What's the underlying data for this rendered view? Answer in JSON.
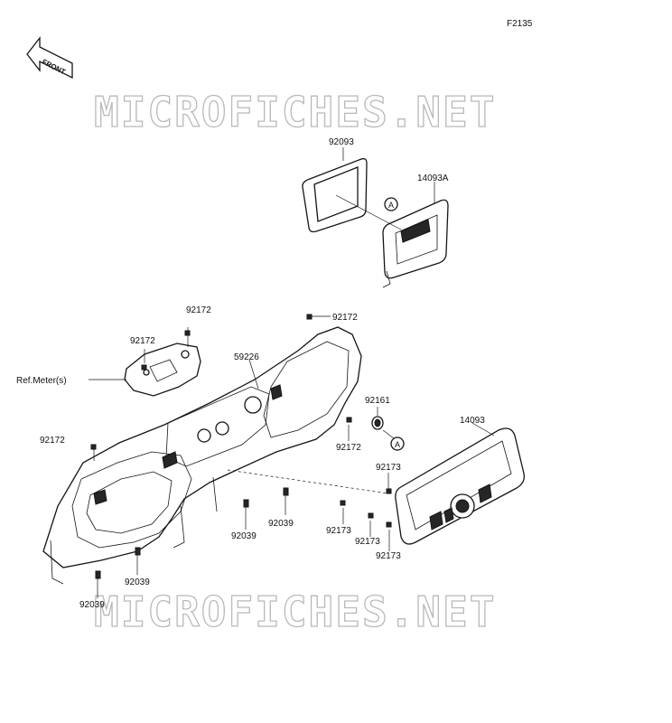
{
  "figure_code": "F2135",
  "front_arrow_label": "FRONT",
  "watermark": "MICROFICHES.NET",
  "callouts": {
    "a1": "A",
    "a2": "A"
  },
  "labels": {
    "p92093": "92093",
    "p14093a": "14093A",
    "p92172_a": "92172",
    "p92172_b": "92172",
    "p92172_c": "92172",
    "p92172_d": "92172",
    "p92172_e": "92172",
    "ref_meter": "Ref.Meter(s)",
    "p59226": "59226",
    "p92161": "92161",
    "p14093": "14093",
    "p92173_a": "92173",
    "p92173_b": "92173",
    "p92173_c": "92173",
    "p92173_d": "92173",
    "p92039_a": "92039",
    "p92039_b": "92039",
    "p92039_c": "92039",
    "p92039_d": "92039"
  }
}
